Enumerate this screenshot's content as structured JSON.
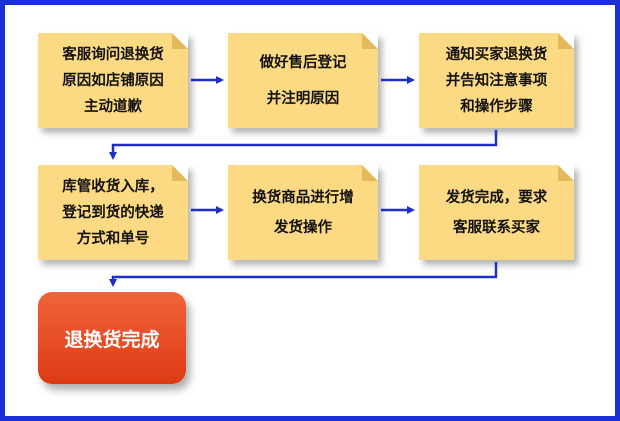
{
  "colors": {
    "border": "#1a2fd6",
    "box": "#fcd983",
    "arrow": "#1f2fc4",
    "final_box": "#e84a22",
    "final_text": "#ffffff"
  },
  "steps": [
    {
      "text": "客服询问退换货\n原因如店铺原因\n主动道歉"
    },
    {
      "text": "做好售后登记\n并注明原因"
    },
    {
      "text": "通知买家退换货\n并告知注意事项\n和操作步骤"
    },
    {
      "text": "库管收货入库，\n登记到货的快递\n方式和单号"
    },
    {
      "text": "换货商品进行增\n发货操作"
    },
    {
      "text": "发货完成，要求\n客服联系买家"
    }
  ],
  "final": {
    "text": "退换货完成"
  }
}
